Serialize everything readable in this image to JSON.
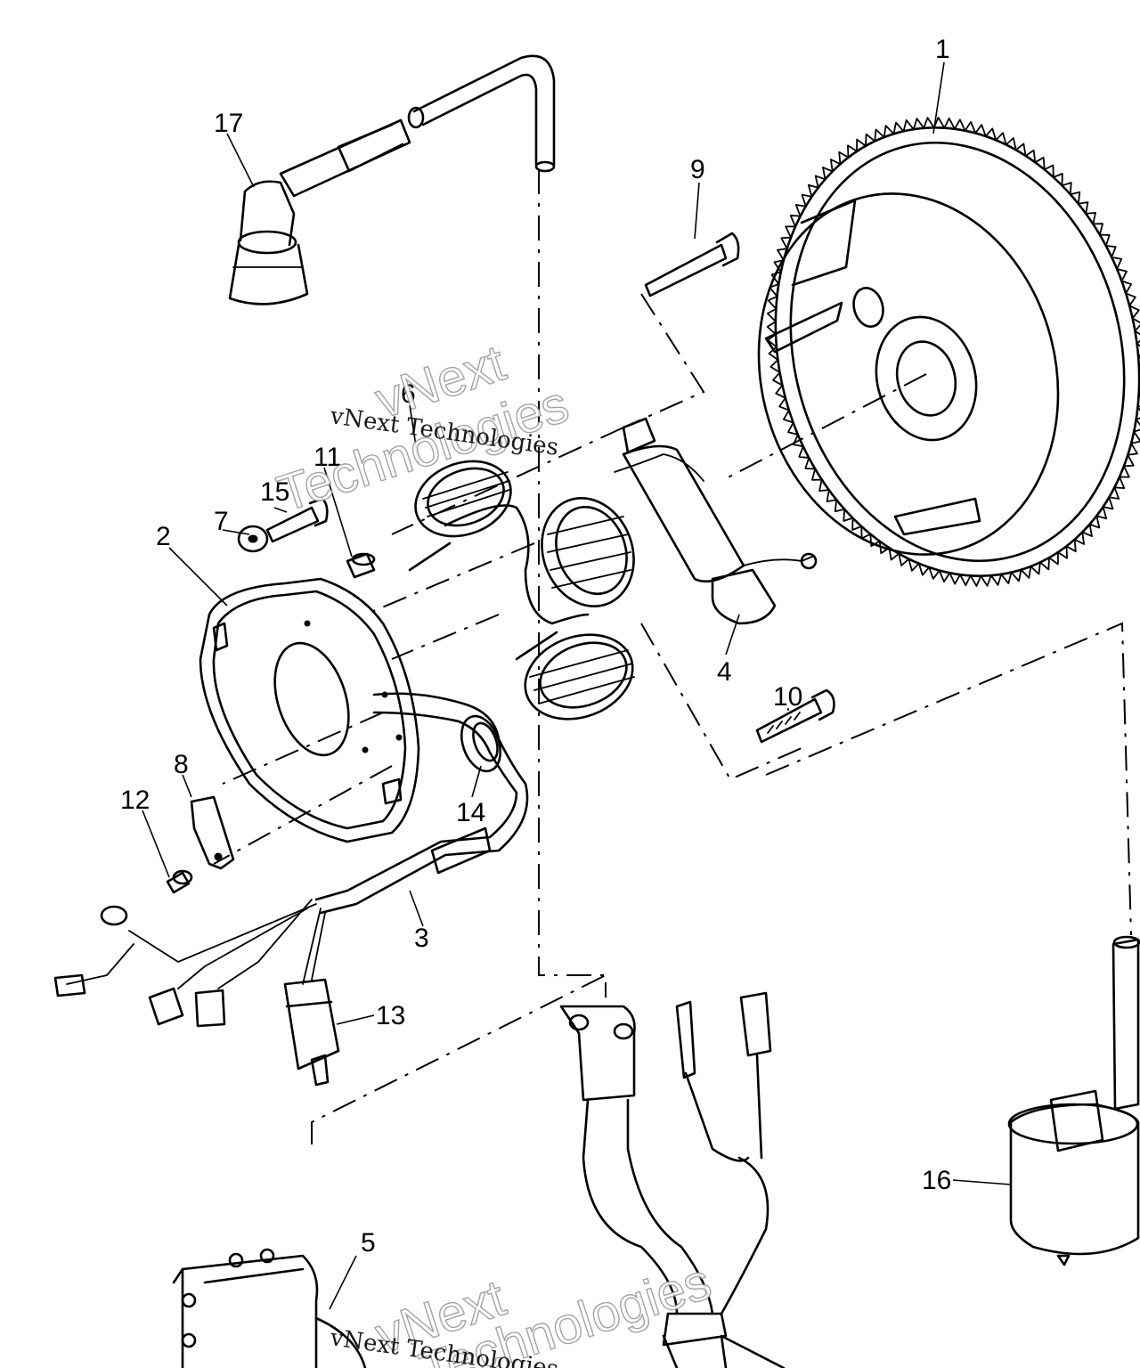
{
  "diagram": {
    "callouts": [
      {
        "id": "1",
        "label": "1"
      },
      {
        "id": "2",
        "label": "2"
      },
      {
        "id": "3",
        "label": "3"
      },
      {
        "id": "4",
        "label": "4"
      },
      {
        "id": "5",
        "label": "5"
      },
      {
        "id": "6",
        "label": "6"
      },
      {
        "id": "7",
        "label": "7"
      },
      {
        "id": "8",
        "label": "8"
      },
      {
        "id": "9",
        "label": "9"
      },
      {
        "id": "10",
        "label": "10"
      },
      {
        "id": "11",
        "label": "11"
      },
      {
        "id": "12",
        "label": "12"
      },
      {
        "id": "13",
        "label": "13"
      },
      {
        "id": "14",
        "label": "14"
      },
      {
        "id": "15",
        "label": "15"
      },
      {
        "id": "16",
        "label": "16"
      },
      {
        "id": "17",
        "label": "17"
      }
    ],
    "watermark": {
      "word_1": "vNext",
      "word_2": "Technologies",
      "line": "vNext Technologies"
    }
  }
}
